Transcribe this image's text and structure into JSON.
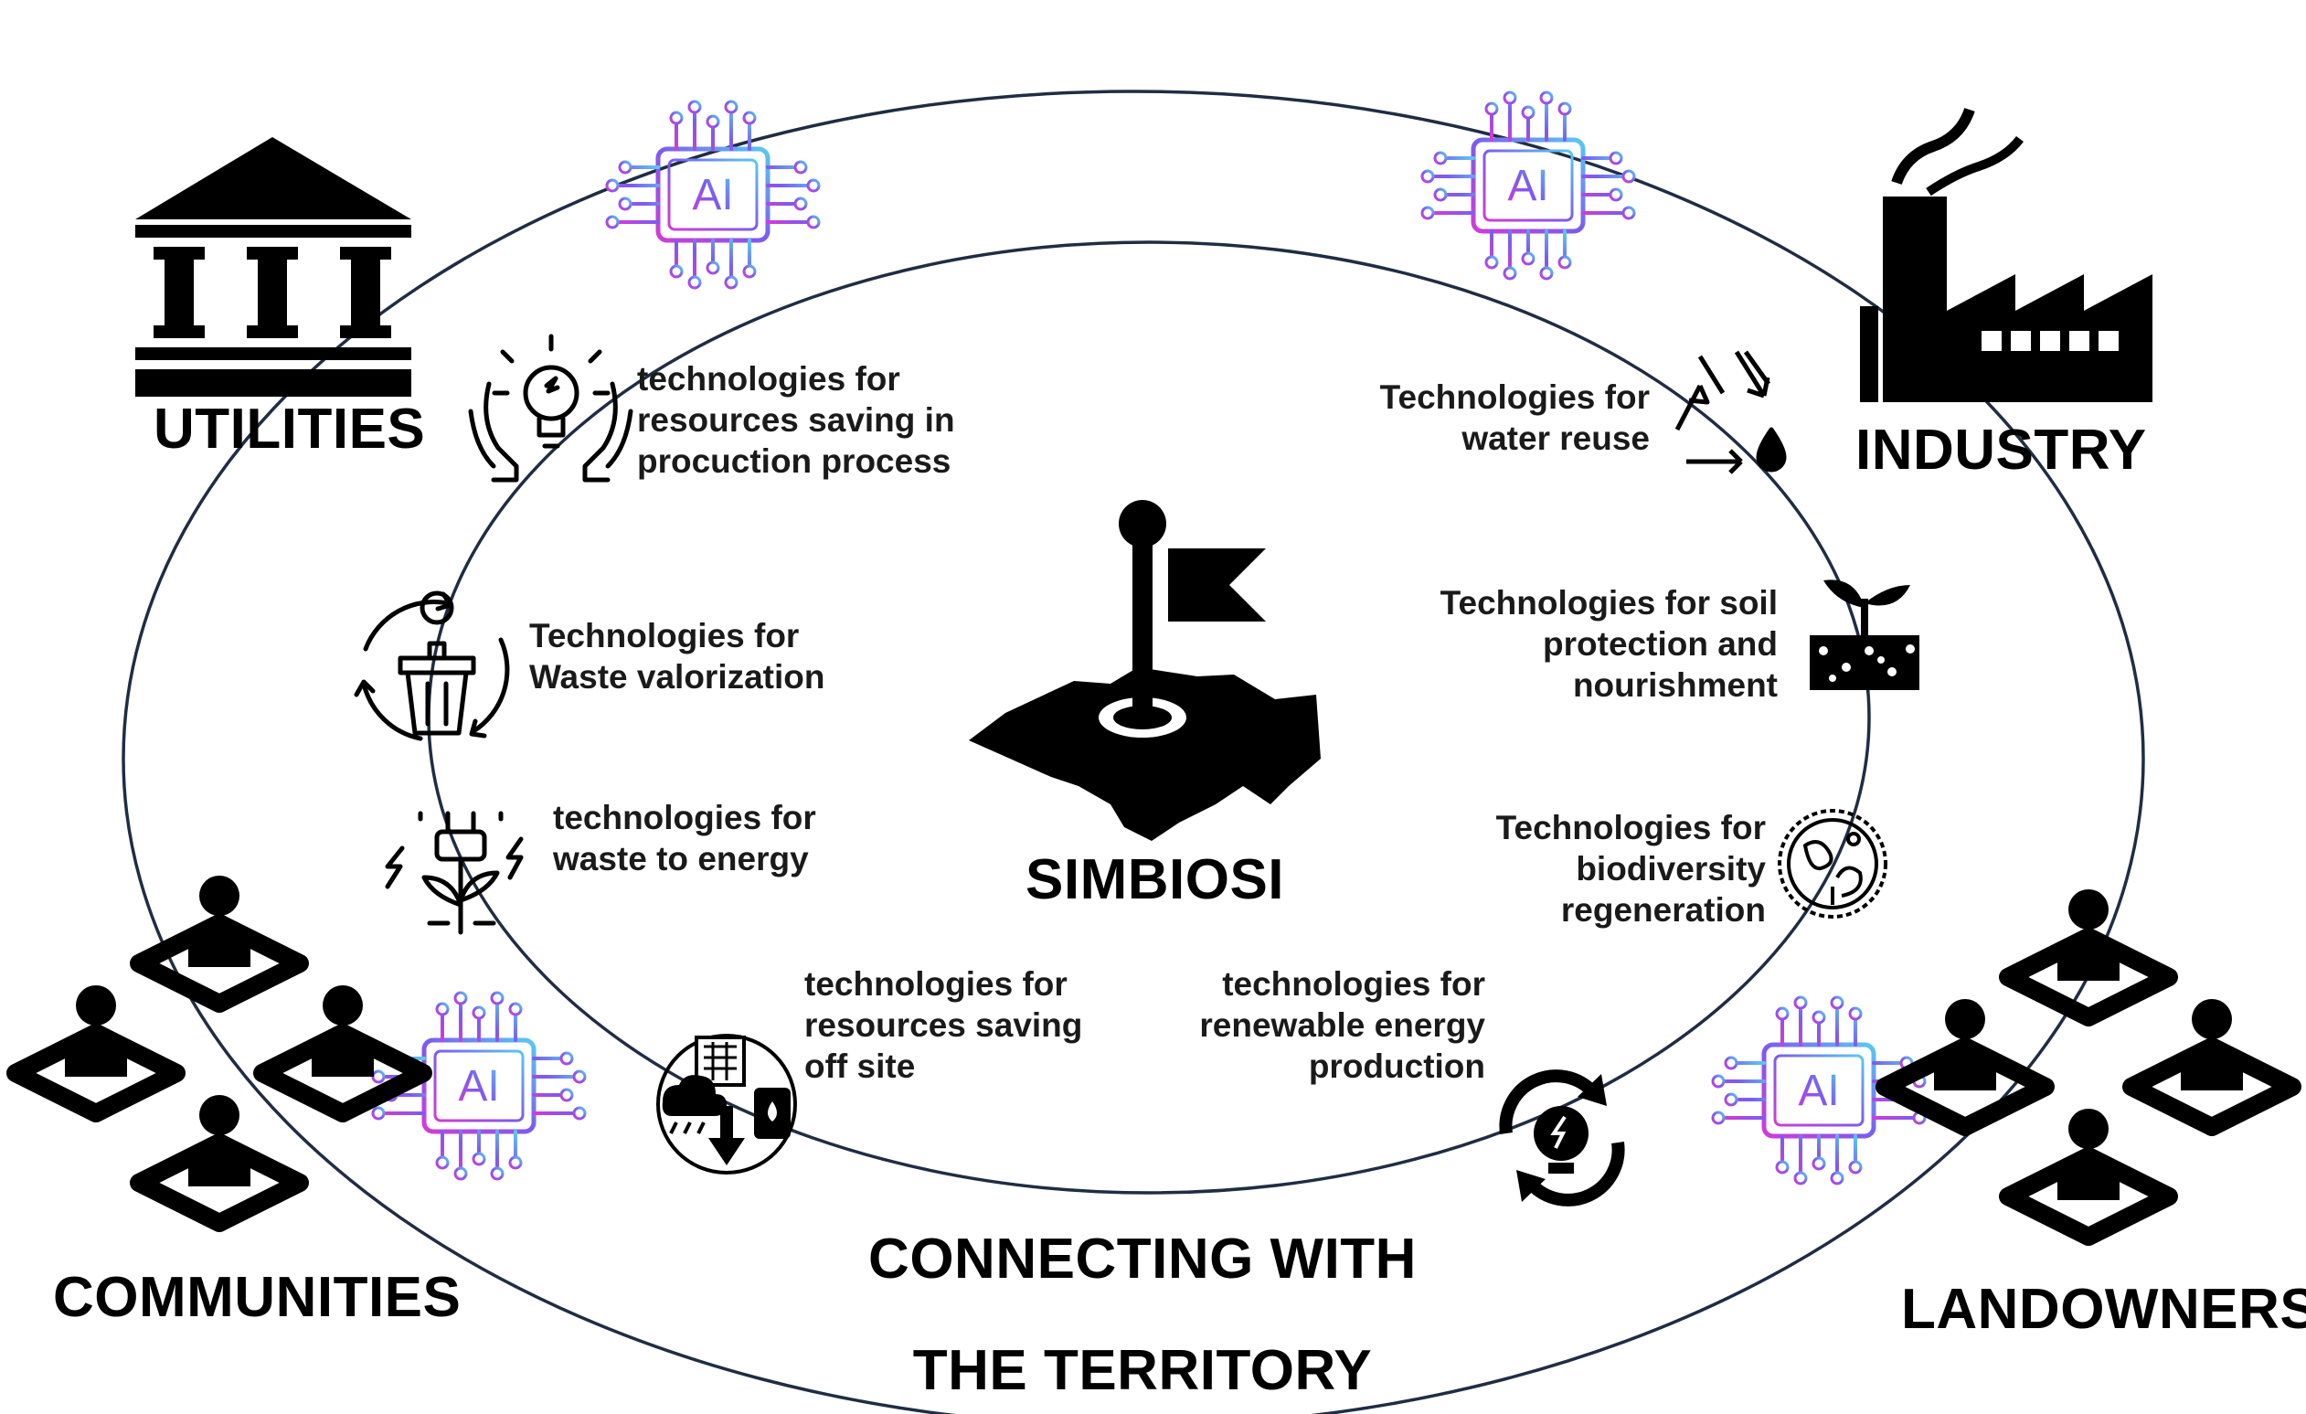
{
  "center": {
    "title": "SIMBIOSI"
  },
  "bottom": {
    "line1": "CONNECTING WITH",
    "line2": "THE TERRITORY"
  },
  "stakeholders": {
    "utilities": "UTILITIES",
    "industry": "INDUSTRY",
    "communities": "COMMUNITIES",
    "landowners": "LANDOWNERS"
  },
  "ai_chip": {
    "label": "AI"
  },
  "technologies": {
    "resources_saving_production": [
      "technologies for",
      "resources saving in",
      "procuction process"
    ],
    "waste_valorization": [
      "Technologies for",
      "Waste valorization"
    ],
    "waste_to_energy": [
      "technologies for",
      "waste to energy"
    ],
    "resources_saving_offsite": [
      "technologies for",
      "resources saving",
      "off site"
    ],
    "renewable_energy": [
      "technologies for",
      "renewable energy",
      "production"
    ],
    "water_reuse": [
      "Technologies for",
      "water reuse"
    ],
    "soil_protection": [
      "Technologies for soil",
      "protection and",
      "nourishment"
    ],
    "biodiversity": [
      "Technologies for",
      "biodiversity",
      "regeneration"
    ]
  },
  "icons": {
    "center": "map-flag-icon",
    "utilities": "bank-building-icon",
    "industry": "factory-icon",
    "communities": "people-network-icon",
    "landowners": "people-network-icon",
    "ai": "ai-chip-icon",
    "resources_saving_production": "hands-lightbulb-icon",
    "waste_valorization": "recycle-bin-gear-icon",
    "waste_to_energy": "plug-plant-icon",
    "resources_saving_offsite": "offsite-saving-icon",
    "renewable_energy": "renewable-cycle-icon",
    "water_reuse": "recycle-water-icon",
    "soil_protection": "soil-sprout-icon",
    "biodiversity": "globe-biodiversity-icon"
  },
  "colors": {
    "ellipse_stroke": "#1f2d44",
    "chip_gradient_start": "#5ac8f5",
    "chip_gradient_mid": "#7b5cf0",
    "chip_gradient_end": "#d23bd8",
    "icon_fill": "#000000",
    "text": "#1a1a1a"
  }
}
